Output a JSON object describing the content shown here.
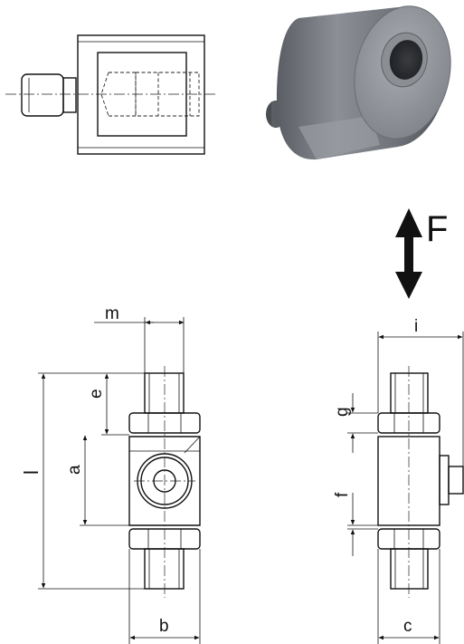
{
  "force": {
    "label": "F"
  },
  "dimensions": {
    "m": "m",
    "e": "e",
    "a": "a",
    "l": "l",
    "b": "b",
    "i": "i",
    "g": "g",
    "f": "f",
    "c": "c"
  }
}
